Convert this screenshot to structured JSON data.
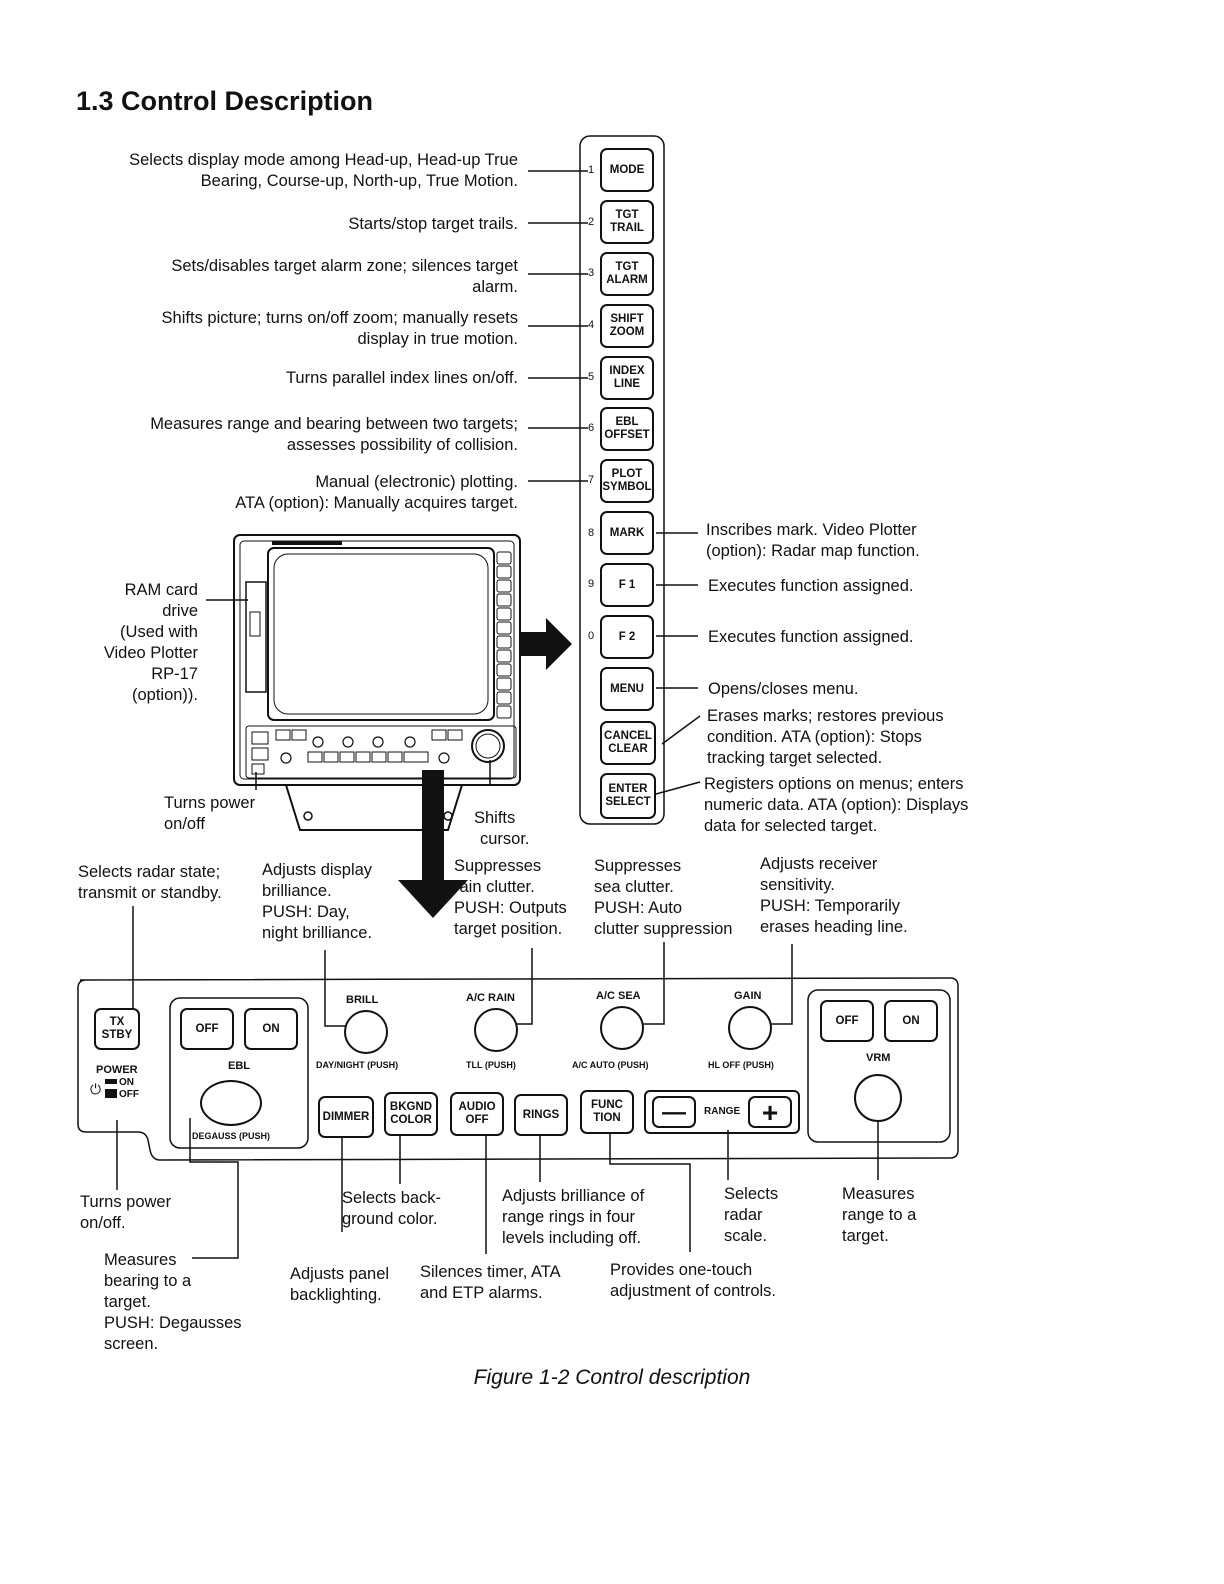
{
  "title": "1.3 Control Description",
  "caption": "Figure 1-2 Control description",
  "keypad": {
    "keys": [
      {
        "num": "1",
        "lines": [
          "MODE"
        ],
        "desc": [
          "Selects display mode among Head-up, Head-up True",
          "Bearing, Course-up, North-up, True Motion."
        ]
      },
      {
        "num": "2",
        "lines": [
          "TGT",
          "TRAIL"
        ],
        "desc": [
          "Starts/stop target trails."
        ]
      },
      {
        "num": "3",
        "lines": [
          "TGT",
          "ALARM"
        ],
        "desc": [
          "Sets/disables target alarm zone; silences target",
          "alarm."
        ]
      },
      {
        "num": "4",
        "lines": [
          "SHIFT",
          "ZOOM"
        ],
        "desc": [
          "Shifts picture; turns on/off zoom; manually resets",
          "display in true motion."
        ]
      },
      {
        "num": "5",
        "lines": [
          "INDEX",
          "LINE"
        ],
        "desc": [
          "Turns parallel index lines on/off."
        ]
      },
      {
        "num": "6",
        "lines": [
          "EBL",
          "OFFSET"
        ],
        "desc": [
          "Measures range and bearing between two targets;",
          "assesses possibility of collision."
        ]
      },
      {
        "num": "7",
        "lines": [
          "PLOT",
          "SYMBOL"
        ],
        "desc": [
          "Manual (electronic) plotting.",
          "ATA (option): Manually acquires target."
        ]
      },
      {
        "num": "8",
        "lines": [
          "MARK"
        ],
        "desc": [
          "Inscribes mark. Video Plotter",
          "(option): Radar map function."
        ]
      },
      {
        "num": "9",
        "lines": [
          "F 1"
        ],
        "desc": [
          "Executes function assigned."
        ]
      },
      {
        "num": "0",
        "lines": [
          "F 2"
        ],
        "desc": [
          "Executes function assigned."
        ]
      },
      {
        "num": "",
        "lines": [
          "MENU"
        ],
        "desc": [
          "Opens/closes menu."
        ]
      },
      {
        "num": "",
        "lines": [
          "CANCEL",
          "CLEAR"
        ],
        "desc": [
          "Erases marks; restores previous",
          "condition. ATA (option): Stops",
          "tracking target selected."
        ]
      },
      {
        "num": "",
        "lines": [
          "ENTER",
          "SELECT"
        ],
        "desc": [
          "Registers options on menus; enters",
          "numeric data. ATA (option): Displays",
          "data for selected target."
        ]
      }
    ]
  },
  "unit": {
    "ram_card": [
      "RAM card",
      "drive",
      "(Used with",
      "Video Plotter",
      "RP-17",
      "(option))."
    ],
    "power": [
      "Turns power",
      "on/off"
    ],
    "cursor": [
      "Shifts",
      "cursor."
    ]
  },
  "top_notes": {
    "tx": [
      "Selects radar state;",
      "transmit or standby."
    ],
    "brill": [
      "Adjusts display",
      "brilliance.",
      "PUSH: Day,",
      "night brilliance."
    ],
    "rain": [
      "Suppresses",
      "rain clutter.",
      "PUSH: Outputs",
      "target position."
    ],
    "sea": [
      "Suppresses",
      "sea clutter.",
      "PUSH: Auto",
      "clutter suppression"
    ],
    "gain": [
      "Adjusts receiver",
      "sensitivity.",
      "PUSH: Temporarily",
      "erases heading line."
    ]
  },
  "panel": {
    "tx_stby": [
      "TX",
      "STBY"
    ],
    "power_label": "POWER",
    "power_on": "ON",
    "power_off": "OFF",
    "ebl_off": "OFF",
    "ebl_on": "ON",
    "ebl_label": "EBL",
    "ebl_sub": "DEGAUSS (PUSH)",
    "brill_label": "BRILL",
    "brill_sub": "DAY/NIGHT (PUSH)",
    "rain_label": "A/C RAIN",
    "rain_sub": "TLL (PUSH)",
    "sea_label": "A/C SEA",
    "sea_sub": "A/C AUTO (PUSH)",
    "gain_label": "GAIN",
    "gain_sub": "HL OFF (PUSH)",
    "vrm_off": "OFF",
    "vrm_on": "ON",
    "vrm_label": "VRM",
    "dimmer": [
      "DIMMER"
    ],
    "bkgnd": [
      "BKGND",
      "COLOR"
    ],
    "audio": [
      "AUDIO",
      "OFF"
    ],
    "rings": [
      "RINGS"
    ],
    "func": [
      "FUNC",
      "TION"
    ],
    "range_minus": "—",
    "range_label": "RANGE",
    "range_plus": "+"
  },
  "bottom_notes": {
    "power": [
      "Turns power",
      "on/off."
    ],
    "ebl": [
      "Measures",
      "bearing to a",
      "target.",
      "PUSH: Degausses",
      "screen."
    ],
    "bkgnd": [
      "Selects back-",
      "ground color."
    ],
    "dimmer": [
      "Adjusts panel",
      "backlighting."
    ],
    "rings": [
      "Adjusts brilliance of",
      "range rings in four",
      "levels including off."
    ],
    "audio": [
      "Silences timer, ATA",
      "and ETP alarms."
    ],
    "func": [
      "Provides one-touch",
      "adjustment of controls."
    ],
    "range": [
      "Selects",
      "radar",
      "scale."
    ],
    "vrm": [
      "Measures",
      "range to a",
      "target."
    ]
  }
}
